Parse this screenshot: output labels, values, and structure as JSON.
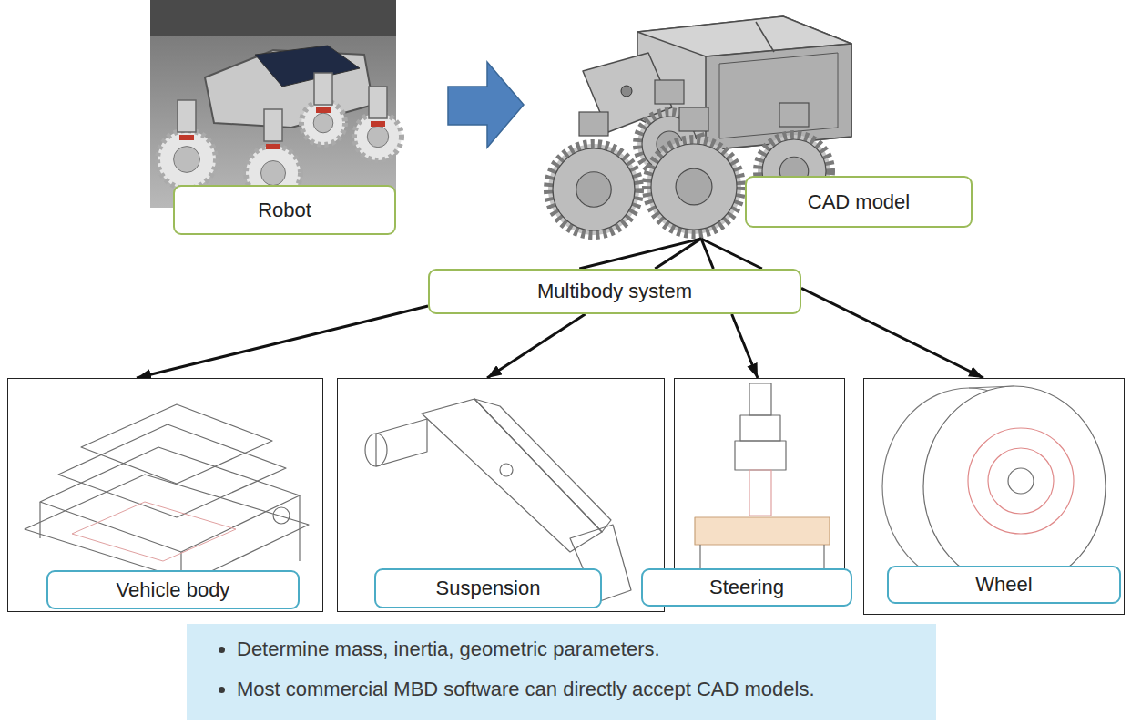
{
  "diagram": {
    "nodes": [
      {
        "text": [
          "Robot"
        ]
      },
      {
        "text": [
          "CAD model"
        ]
      },
      {
        "text": [
          "Multibody system"
        ]
      },
      {
        "text": [
          "Vehicle body"
        ]
      },
      {
        "text": [
          "Suspension"
        ]
      },
      {
        "text": [
          "Steering"
        ]
      },
      {
        "text": [
          "Wheel"
        ]
      },
      {
        "text": [
          "Determine mass, inertia, geometric parameters.",
          "Most commercial MBD software can directly accept CAD models."
        ]
      }
    ],
    "edges": [
      {
        "from": 2,
        "to": 3,
        "arrow": "to"
      },
      {
        "from": 2,
        "to": 4,
        "arrow": "to"
      },
      {
        "from": 2,
        "to": 5,
        "arrow": "to"
      },
      {
        "from": 2,
        "to": 6,
        "arrow": "to"
      }
    ]
  }
}
